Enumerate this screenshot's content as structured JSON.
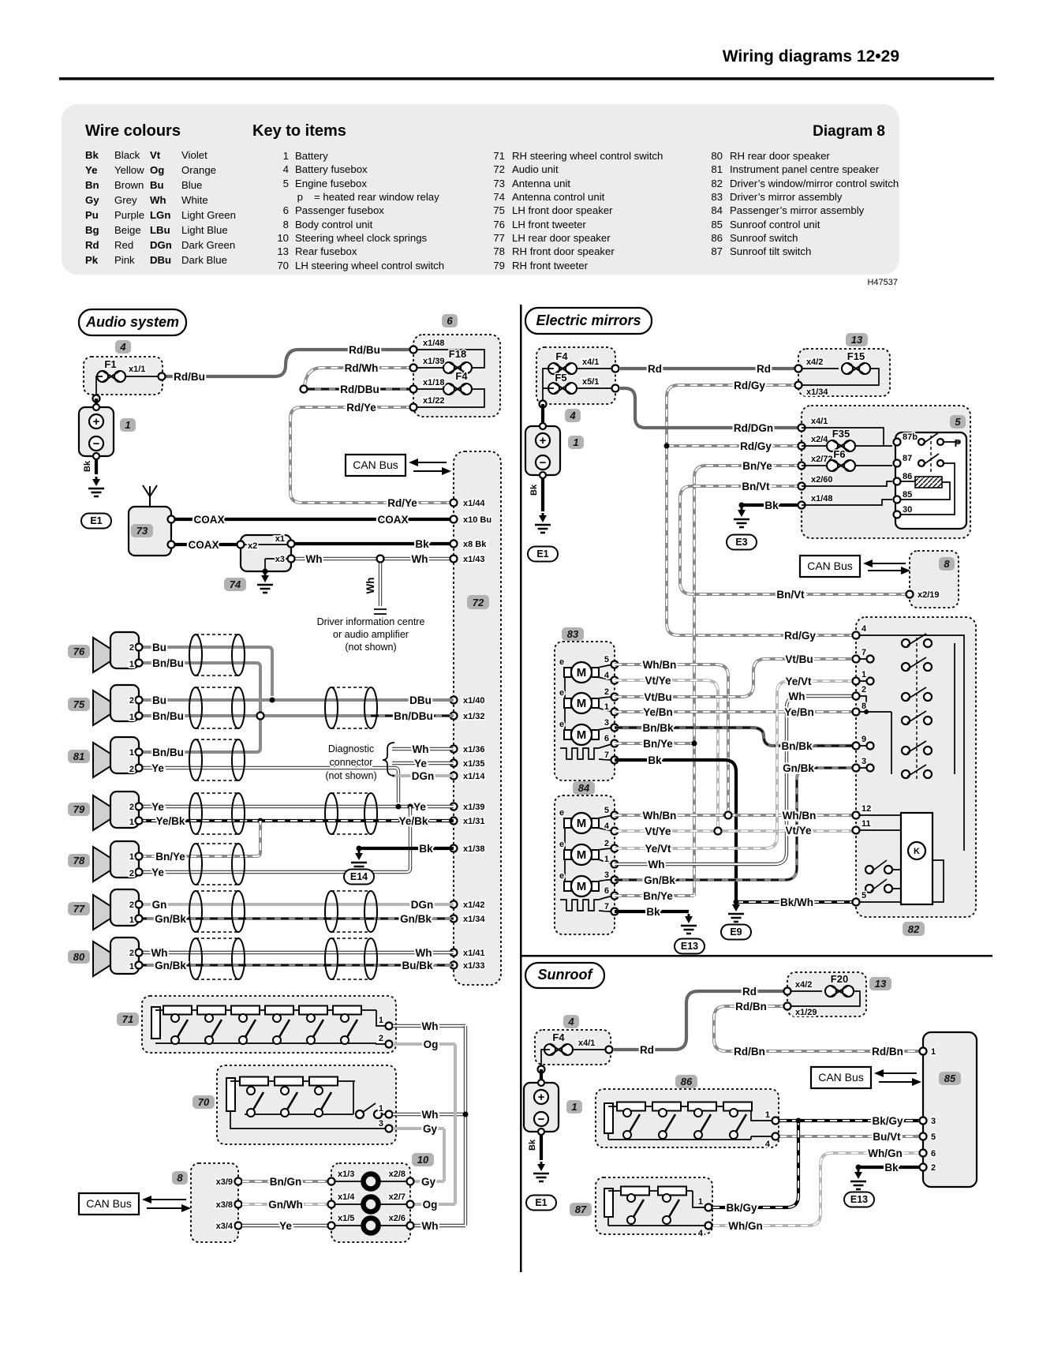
{
  "page": {
    "header": "Wiring diagrams  12•29",
    "footer_code": "H47537"
  },
  "legend": {
    "wire_colours_title": "Wire colours",
    "key_title": "Key to items",
    "diagram_label": "Diagram 8",
    "wire_colours": [
      {
        "a": "Bk",
        "an": "Black",
        "b": "Vt",
        "bn": "Violet"
      },
      {
        "a": "Ye",
        "an": "Yellow",
        "b": "Og",
        "bn": "Orange"
      },
      {
        "a": "Bn",
        "an": "Brown",
        "b": "Bu",
        "bn": "Blue"
      },
      {
        "a": "Gy",
        "an": "Grey",
        "b": "Wh",
        "bn": "White"
      },
      {
        "a": "Pu",
        "an": "Purple",
        "b": "LGn",
        "bn": "Light Green"
      },
      {
        "a": "Bg",
        "an": "Beige",
        "b": "LBu",
        "bn": "Light Blue"
      },
      {
        "a": "Rd",
        "an": "Red",
        "b": "DGn",
        "bn": "Dark Green"
      },
      {
        "a": "Pk",
        "an": "Pink",
        "b": "DBu",
        "bn": "Dark Blue"
      }
    ],
    "key_col1": [
      {
        "n": "1",
        "t": "Battery"
      },
      {
        "n": "4",
        "t": "Battery fusebox"
      },
      {
        "n": "5",
        "t": "Engine fusebox"
      },
      {
        "n": "p",
        "t": "=  heated rear window relay"
      },
      {
        "n": "6",
        "t": "Passenger fusebox"
      },
      {
        "n": "8",
        "t": "Body control unit"
      },
      {
        "n": "10",
        "t": "Steering wheel clock springs"
      },
      {
        "n": "13",
        "t": "Rear fusebox"
      },
      {
        "n": "70",
        "t": "LH steering wheel control switch"
      }
    ],
    "key_col2": [
      {
        "n": "71",
        "t": "RH steering wheel control switch"
      },
      {
        "n": "72",
        "t": "Audio unit"
      },
      {
        "n": "73",
        "t": "Antenna unit"
      },
      {
        "n": "74",
        "t": "Antenna control unit"
      },
      {
        "n": "75",
        "t": "LH front door speaker"
      },
      {
        "n": "76",
        "t": "LH front tweeter"
      },
      {
        "n": "77",
        "t": "LH rear door speaker"
      },
      {
        "n": "78",
        "t": "RH front door speaker"
      },
      {
        "n": "79",
        "t": "RH front tweeter"
      }
    ],
    "key_col3": [
      {
        "n": "80",
        "t": "RH rear door speaker"
      },
      {
        "n": "81",
        "t": "Instrument panel centre speaker"
      },
      {
        "n": "82",
        "t": "Driver’s window/mirror control switch"
      },
      {
        "n": "83",
        "t": "Driver’s mirror assembly"
      },
      {
        "n": "84",
        "t": "Passenger’s mirror assembly"
      },
      {
        "n": "85",
        "t": "Sunroof control unit"
      },
      {
        "n": "86",
        "t": "Sunroof switch"
      },
      {
        "n": "87",
        "t": "Sunroof tilt switch"
      }
    ]
  },
  "shared": {
    "can_bus": "CAN Bus",
    "m": "M",
    "e": "e",
    "plus": "+",
    "minus": "−",
    "k": "K"
  },
  "audio": {
    "title": "Audio system",
    "item4": {
      "pill": "4",
      "fuse": "F1",
      "pin": "x1/1",
      "wire": "Rd/Bu"
    },
    "battery": {
      "pill": "1",
      "wire": "Bk",
      "ground": "E1"
    },
    "fusebox6": {
      "pill": "6",
      "rows": [
        {
          "wire": "Rd/Bu",
          "pin": "x1/48"
        },
        {
          "wire": "Rd/Wh",
          "pin": "x1/39",
          "fuse": "F18"
        },
        {
          "wire": "Rd/DBu",
          "pin": "x1/18",
          "fuse": "F4"
        },
        {
          "wire": "Rd/Ye",
          "pin": "x1/22"
        }
      ]
    },
    "antenna73": {
      "pill": "73",
      "coax1": "COAX",
      "coax2": "COAX"
    },
    "unit74": {
      "pill": "74",
      "x2": "x2",
      "x1": "x1",
      "x3": "x3",
      "wire": "Wh",
      "vert": "Wh"
    },
    "unit72": {
      "pill": "72",
      "top_rows": [
        {
          "wire": "Rd/Ye",
          "pin": "x1/44"
        },
        {
          "wire": "COAX",
          "pin": "x10 Bu"
        },
        {
          "wire": "Bk",
          "pin": "x8 Bk"
        },
        {
          "wire": "Wh",
          "pin": "x1/43"
        }
      ],
      "note1": "Driver information centre",
      "note2": "or audio amplifier",
      "note3": "(not shown)",
      "rows": [
        {
          "wire": "DBu",
          "pin": "x1/40"
        },
        {
          "wire": "Bn/DBu",
          "pin": "x1/32"
        },
        {
          "wire": "Wh",
          "pin": "x1/36"
        },
        {
          "wire": "Ye",
          "pin": "x1/35"
        },
        {
          "wire": "DGn",
          "pin": "x1/14"
        },
        {
          "wire": "Ye",
          "pin": "x1/39"
        },
        {
          "wire": "Ye/Bk",
          "pin": "x1/31"
        },
        {
          "wire": "Bk",
          "pin": "x1/38"
        },
        {
          "wire": "DGn",
          "pin": "x1/42"
        },
        {
          "wire": "Gn/Bk",
          "pin": "x1/34"
        },
        {
          "wire": "Wh",
          "pin": "x1/41"
        },
        {
          "wire": "Bu/Bk",
          "pin": "x1/33"
        }
      ]
    },
    "diag": {
      "l1": "Diagnostic",
      "l2": "connector",
      "l3": "(not shown)"
    },
    "ground_e14": "E14",
    "speakers": [
      {
        "pill": "76",
        "p1": "2",
        "w1": "Bu",
        "p2": "1",
        "w2": "Bn/Bu"
      },
      {
        "pill": "75",
        "p1": "2",
        "w1": "Bu",
        "p2": "1",
        "w2": "Bn/Bu"
      },
      {
        "pill": "81",
        "p1": "1",
        "w1": "Bn/Bu",
        "p2": "2",
        "w2": "Ye"
      },
      {
        "pill": "79",
        "p1": "2",
        "w1": "Ye",
        "p2": "1",
        "w2": "Ye/Bk"
      },
      {
        "pill": "78",
        "p1": "1",
        "w1": "Bn/Ye",
        "p2": "2",
        "w2": "Ye"
      },
      {
        "pill": "77",
        "p1": "2",
        "w1": "Gn",
        "p2": "1",
        "w2": "Gn/Bk"
      },
      {
        "pill": "80",
        "p1": "2",
        "w1": "Wh",
        "p2": "1",
        "w2": "Gn/Bk"
      }
    ],
    "sw71": {
      "pill": "71",
      "p1": "1",
      "w1": "Wh",
      "p2": "2",
      "w2": "Og"
    },
    "sw70": {
      "pill": "70",
      "p1": "1",
      "w1": "Wh",
      "p2": "3",
      "w2": "Gy"
    },
    "bcm8": {
      "pill": "8",
      "rows": [
        {
          "pin": "x3/9",
          "wire": "Bn/Gn"
        },
        {
          "pin": "x3/8",
          "wire": "Gn/Wh"
        },
        {
          "pin": "x3/4",
          "wire": "Ye"
        }
      ]
    },
    "clock10": {
      "pill": "10",
      "rows": [
        {
          "pin_in": "x1/3",
          "pin_out": "x2/8",
          "wire": "Gy"
        },
        {
          "pin_in": "x1/4",
          "pin_out": "x2/7",
          "wire": "Og"
        },
        {
          "pin_in": "x1/5",
          "pin_out": "x2/6",
          "wire": "Wh"
        }
      ]
    }
  },
  "mirrors": {
    "title": "Electric mirrors",
    "item4": {
      "pill": "4",
      "fuse1": "F4",
      "pin1": "x4/1",
      "fuse2": "F5",
      "pin2": "x5/1"
    },
    "battery": {
      "pill": "1",
      "wire": "Bk",
      "ground": "E1"
    },
    "rd1": "Rd",
    "rd2": "Rd",
    "box13": {
      "pill": "13",
      "pin1": "x4/2",
      "fuse": "F15",
      "pin2": "x1/34",
      "wire": "Rd/Gy"
    },
    "box5": {
      "pill": "5",
      "ground": "E3",
      "relay": {
        "t87b": "87b",
        "t87": "87",
        "t86": "86",
        "t85": "85",
        "t30": "30",
        "p": "P"
      },
      "rows": [
        {
          "wire": "Rd/DGn",
          "pin": "x4/1"
        },
        {
          "wire": "Rd/Gy",
          "pin": "x2/4",
          "fuse": "F35"
        },
        {
          "wire": "Bn/Ye",
          "pin": "x2/72",
          "fuse": "F6"
        },
        {
          "wire": "Bn/Vt",
          "pin": "x2/60"
        },
        {
          "wire": "Bk",
          "pin": "x1/48"
        }
      ]
    },
    "bcm8": {
      "pill": "8",
      "pin": "x2/19",
      "wire": "Bn/Vt"
    },
    "mirror83": {
      "pill": "83",
      "rows": [
        {
          "pin": "5",
          "wire": "Wh/Bn"
        },
        {
          "pin": "4",
          "wire": "Vt/Ye"
        },
        {
          "pin": "2",
          "wire": "Vt/Bu"
        },
        {
          "pin": "1",
          "wire": "Ye/Bn"
        },
        {
          "pin": "3",
          "wire": "Bn/Bk"
        },
        {
          "pin": "6",
          "wire": "Bn/Ye"
        },
        {
          "pin": "7",
          "wire": "Bk"
        }
      ]
    },
    "mirror84": {
      "pill": "84",
      "rows": [
        {
          "pin": "5",
          "wire": "Wh/Bn"
        },
        {
          "pin": "4",
          "wire": "Vt/Ye"
        },
        {
          "pin": "2",
          "wire": "Ye/Vt"
        },
        {
          "pin": "1",
          "wire": "Wh"
        },
        {
          "pin": "3",
          "wire": "Gn/Bk"
        },
        {
          "pin": "6",
          "wire": "Bn/Ye"
        },
        {
          "pin": "7",
          "wire": "Bk"
        }
      ]
    },
    "e9": "E9",
    "e13": "E13",
    "switch82": {
      "pill": "82",
      "rows": [
        {
          "pin": "4",
          "wire": "Rd/Gy"
        },
        {
          "pin": "7",
          "wire": "Vt/Bu"
        },
        {
          "pin": "1",
          "wire": "Ye/Vt"
        },
        {
          "pin": "2",
          "wire": "Wh"
        },
        {
          "pin": "8",
          "wire": "Ye/Bn"
        },
        {
          "pin": "9",
          "wire": "Bn/Bk"
        },
        {
          "pin": "3",
          "wire": "Gn/Bk"
        },
        {
          "pin": "12",
          "wire": "Wh/Bn"
        },
        {
          "pin": "11",
          "wire": "Vt/Ye"
        },
        {
          "pin": "5",
          "wire": "Bk/Wh"
        }
      ]
    }
  },
  "sunroof": {
    "title": "Sunroof",
    "item4": {
      "pill": "4",
      "fuse": "F4",
      "pin": "x4/1",
      "wire": "Rd"
    },
    "battery": {
      "pill": "1",
      "wire": "Bk",
      "ground": "E1"
    },
    "box13": {
      "pill": "13",
      "pin1": "x4/2",
      "fuse": "F20",
      "pin2": "x1/29",
      "w1": "Rd",
      "w2": "Rd/Bn"
    },
    "rdbn": "Rd/Bn",
    "sw86": {
      "pill": "86",
      "p1": "1",
      "p2": "4"
    },
    "sw87": {
      "pill": "87",
      "p1": "1",
      "w1": "Bk/Gy",
      "p2": "4",
      "w2": "Wh/Gn"
    },
    "unit85": {
      "pill": "85",
      "ground": "E13",
      "rows": [
        {
          "wire": "Rd/Bn",
          "pin": "1"
        },
        {
          "wire": "Bk/Gy",
          "pin": "3"
        },
        {
          "wire": "Bu/Vt",
          "pin": "5"
        },
        {
          "wire": "Wh/Gn",
          "pin": "6"
        },
        {
          "wire": "Bk",
          "pin": "2"
        }
      ]
    }
  }
}
